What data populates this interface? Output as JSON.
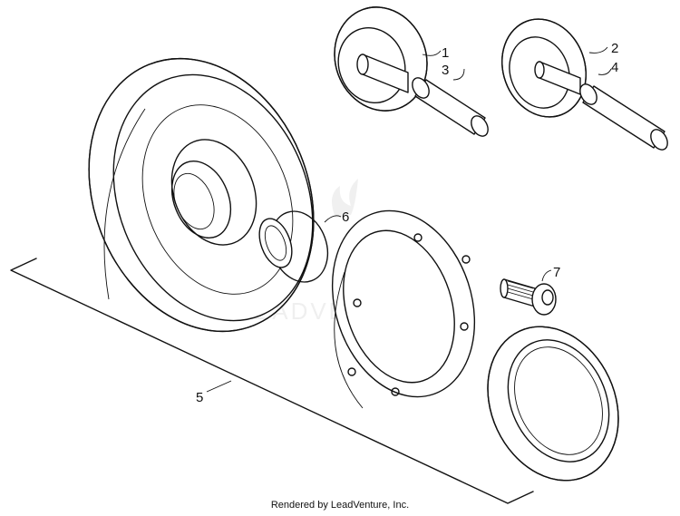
{
  "labels": {
    "l1": "1",
    "l2": "2",
    "l3": "3",
    "l4": "4",
    "l5": "5",
    "l6": "6",
    "l7": "7"
  },
  "watermark": "LEADVENTURE",
  "footer": "Rendered by LeadVenture, Inc."
}
